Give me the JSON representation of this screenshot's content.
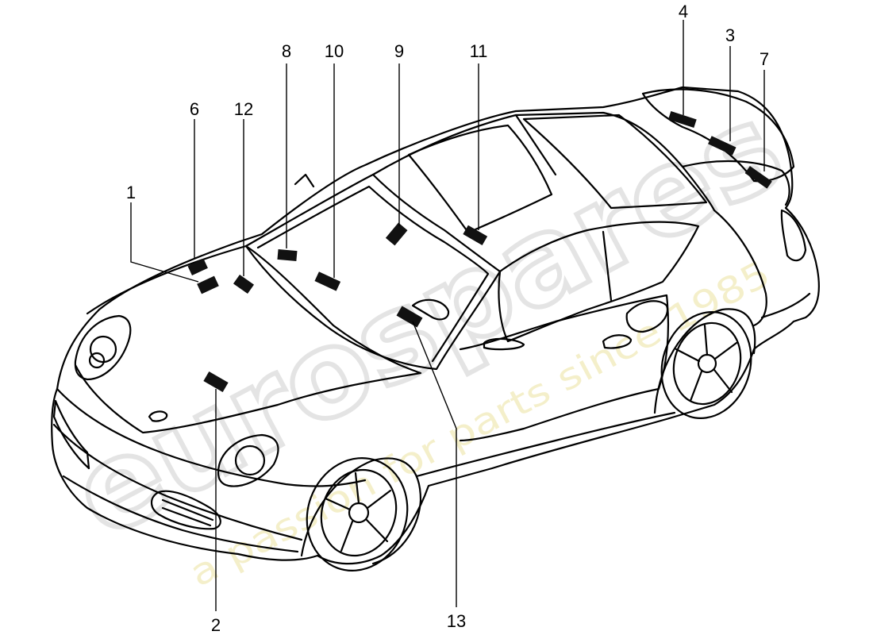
{
  "diagram": {
    "callouts": [
      {
        "id": "1",
        "label": "1"
      },
      {
        "id": "2",
        "label": "2"
      },
      {
        "id": "3",
        "label": "3"
      },
      {
        "id": "4",
        "label": "4"
      },
      {
        "id": "6",
        "label": "6"
      },
      {
        "id": "7",
        "label": "7"
      },
      {
        "id": "8",
        "label": "8"
      },
      {
        "id": "9",
        "label": "9"
      },
      {
        "id": "10",
        "label": "10"
      },
      {
        "id": "11",
        "label": "11"
      },
      {
        "id": "12",
        "label": "12"
      },
      {
        "id": "13",
        "label": "13"
      }
    ]
  },
  "watermark": {
    "logo_text": "eurospares",
    "tagline": "a passion for parts since 1985",
    "logo_color": "#d9d9d9",
    "tagline_color": "#efe7a6"
  },
  "colors": {
    "line": "#000000",
    "label_patch": "#111111",
    "background": "#ffffff"
  }
}
